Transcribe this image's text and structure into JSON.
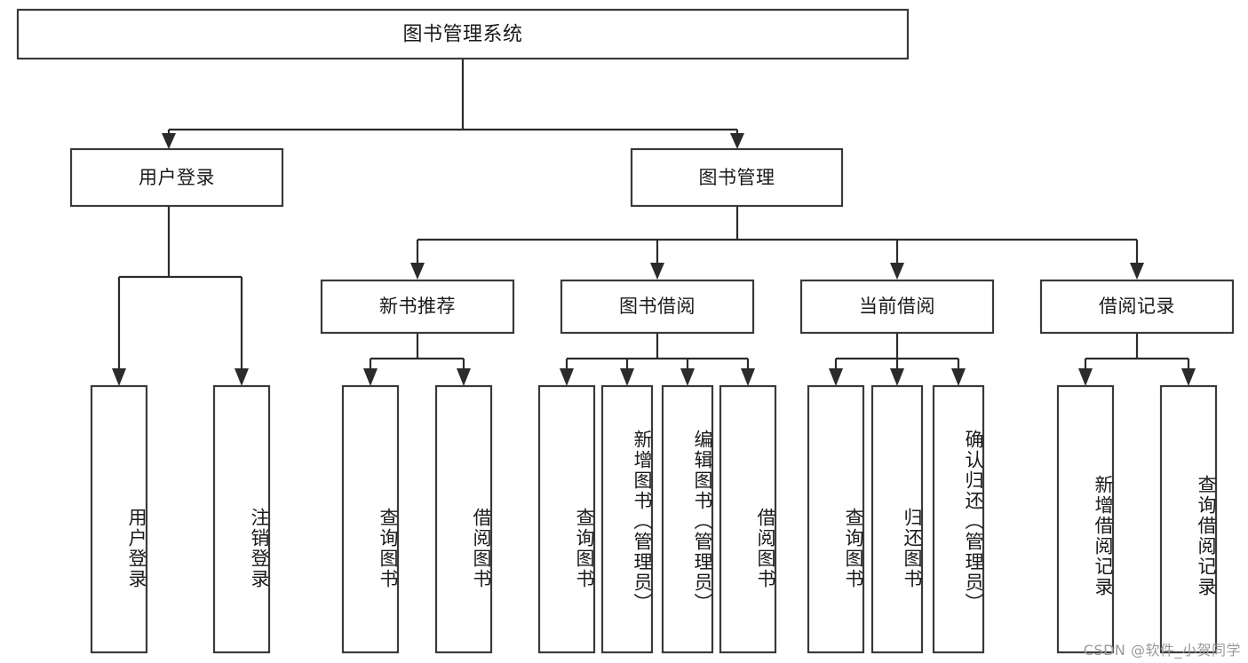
{
  "diagram": {
    "title": "图书管理系统",
    "type": "tree-hierarchy",
    "root": {
      "id": "root",
      "label": "图书管理系统"
    },
    "level2": [
      {
        "id": "user-login",
        "label": "用户登录"
      },
      {
        "id": "book-manage",
        "label": "图书管理"
      }
    ],
    "level3": [
      {
        "id": "new-book-rec",
        "label": "新书推荐",
        "parent": "book-manage"
      },
      {
        "id": "book-borrow",
        "label": "图书借阅",
        "parent": "book-manage"
      },
      {
        "id": "current-borrow",
        "label": "当前借阅",
        "parent": "book-manage"
      },
      {
        "id": "borrow-record",
        "label": "借阅记录",
        "parent": "book-manage"
      }
    ],
    "leaves": [
      {
        "id": "leaf-user-login",
        "label": "用户登录",
        "parent": "user-login"
      },
      {
        "id": "leaf-logout",
        "label": "注销登录",
        "parent": "user-login"
      },
      {
        "id": "leaf-query-book-1",
        "label": "查询图书",
        "parent": "new-book-rec"
      },
      {
        "id": "leaf-borrow-book-1",
        "label": "借阅图书",
        "parent": "new-book-rec"
      },
      {
        "id": "leaf-query-book-2",
        "label": "查询图书",
        "parent": "book-borrow"
      },
      {
        "id": "leaf-add-book",
        "label": "新增图书（管理员）",
        "parent": "book-borrow"
      },
      {
        "id": "leaf-edit-book",
        "label": "编辑图书（管理员）",
        "parent": "book-borrow"
      },
      {
        "id": "leaf-borrow-book-2",
        "label": "借阅图书",
        "parent": "book-borrow"
      },
      {
        "id": "leaf-query-book-3",
        "label": "查询图书",
        "parent": "current-borrow"
      },
      {
        "id": "leaf-return-book",
        "label": "归还图书",
        "parent": "current-borrow"
      },
      {
        "id": "leaf-confirm-return",
        "label": "确认归还（管理员）",
        "parent": "current-borrow"
      },
      {
        "id": "leaf-add-record",
        "label": "新增借阅记录",
        "parent": "borrow-record"
      },
      {
        "id": "leaf-query-record",
        "label": "查询借阅记录",
        "parent": "borrow-record"
      }
    ]
  },
  "watermark": {
    "text": "CSDN @软件_小贺同学"
  },
  "colors": {
    "box_stroke": "#3a3a3a",
    "connector": "#2b2b2b",
    "text": "#1a1a1a",
    "background": "#ffffff",
    "watermark": "#9a9a9a"
  }
}
